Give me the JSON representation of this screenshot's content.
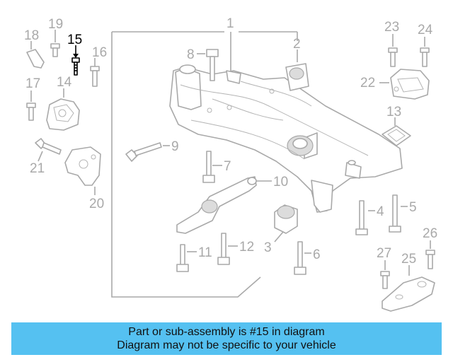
{
  "diagram": {
    "highlight_color": "#000000",
    "part_color": "#a9a9a9",
    "callouts": [
      "1",
      "2",
      "3",
      "4",
      "5",
      "6",
      "7",
      "8",
      "9",
      "10",
      "11",
      "12",
      "13",
      "14",
      "15",
      "16",
      "17",
      "18",
      "19",
      "20",
      "21",
      "22",
      "23",
      "24",
      "25",
      "26",
      "27"
    ],
    "highlighted_callout": "15"
  },
  "banner": {
    "line1": "Part or sub-assembly is #15 in diagram",
    "line2": "Diagram may not be specific to your vehicle",
    "background": "#55c1f1"
  }
}
